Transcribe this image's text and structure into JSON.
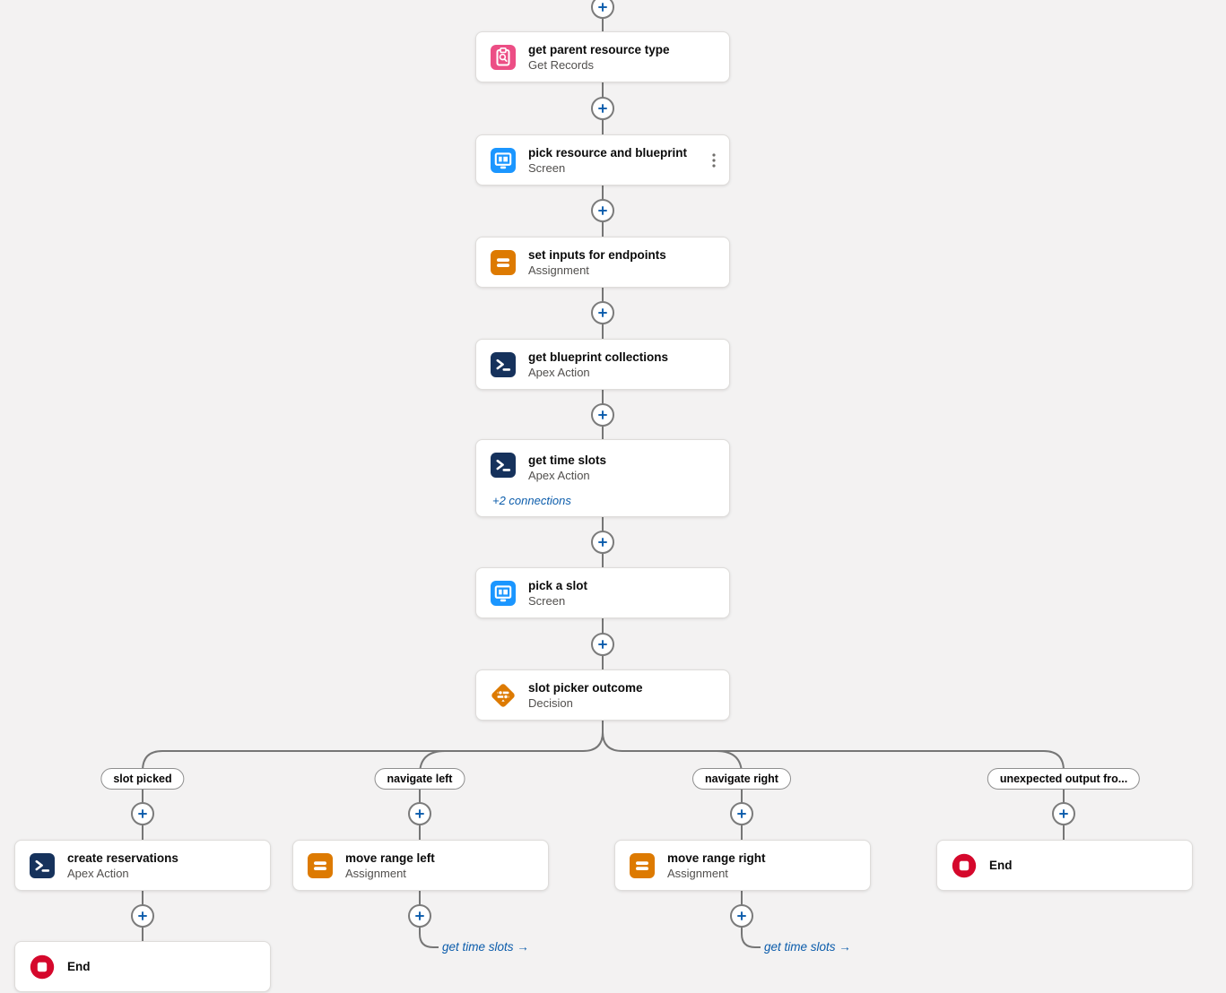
{
  "colors": {
    "canvas_background": "#F3F2F2",
    "connector_gray": "#767676",
    "link_blue": "#0B5CAB",
    "screen_blue": "#1B96FF",
    "assignment_orange": "#DD7A01",
    "apex_navy": "#16325C",
    "get_records_pink": "#EC4E85",
    "decision_orange": "#DD7A01",
    "end_red": "#D5082C"
  },
  "nodes": {
    "get_parent_resource_type": {
      "title": "get parent resource type",
      "subtitle": "Get Records"
    },
    "pick_resource_and_blueprint": {
      "title": "pick resource and blueprint",
      "subtitle": "Screen"
    },
    "set_inputs_for_endpoints": {
      "title": "set inputs for endpoints",
      "subtitle": "Assignment"
    },
    "get_blueprint_collections": {
      "title": "get blueprint collections",
      "subtitle": "Apex Action"
    },
    "get_time_slots": {
      "title": "get time slots",
      "subtitle": "Apex Action",
      "connections_link": "+2 connections"
    },
    "pick_a_slot": {
      "title": "pick a slot",
      "subtitle": "Screen"
    },
    "slot_picker_outcome": {
      "title": "slot picker outcome",
      "subtitle": "Decision"
    },
    "create_reservations": {
      "title": "create reservations",
      "subtitle": "Apex Action"
    },
    "move_range_left": {
      "title": "move range left",
      "subtitle": "Assignment"
    },
    "move_range_right": {
      "title": "move range right",
      "subtitle": "Assignment"
    },
    "end_left": {
      "title": "End"
    },
    "end_right": {
      "title": "End"
    }
  },
  "branch_labels": {
    "slot_picked": "slot picked",
    "navigate_left": "navigate left",
    "navigate_right": "navigate right",
    "unexpected_output": "unexpected output fro..."
  },
  "goto_links": {
    "navigate_left": "get time slots →",
    "navigate_right": "get time slots →"
  }
}
